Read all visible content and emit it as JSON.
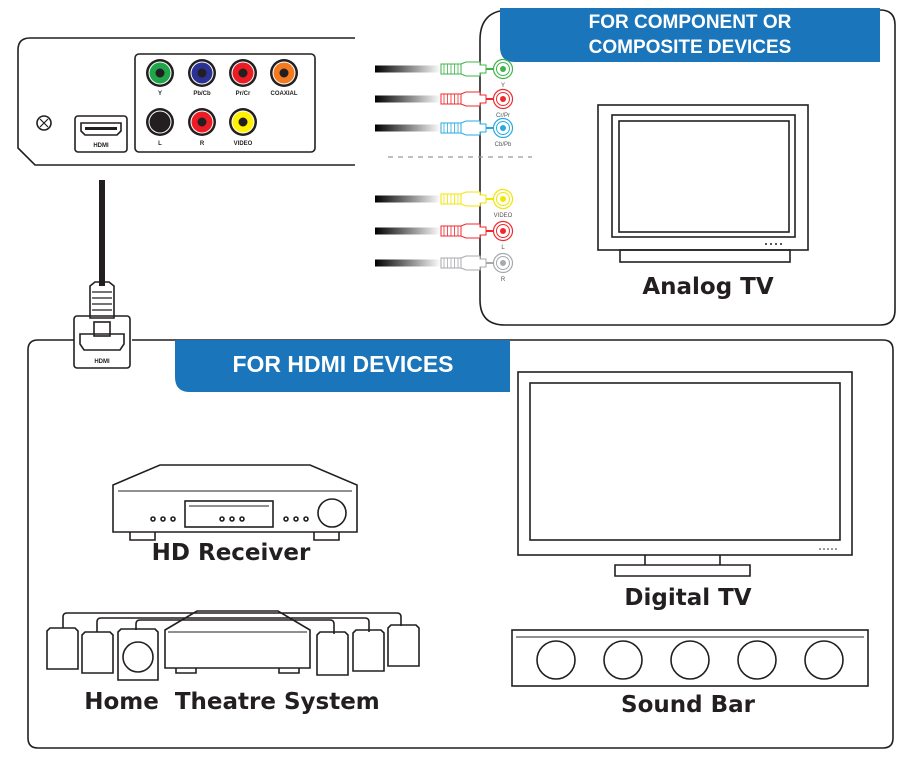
{
  "player": {
    "jacks_row1": [
      {
        "label": "Y",
        "color": "#1fa64a"
      },
      {
        "label": "Pb/Cb",
        "color": "#2b3293"
      },
      {
        "label": "Pr/Cr",
        "color": "#ec1c24"
      },
      {
        "label": "COAXIAL",
        "color": "#f47a20"
      }
    ],
    "jacks_row2": [
      {
        "label": "L",
        "color": "#231f20"
      },
      {
        "label": "R",
        "color": "#ec1c24"
      },
      {
        "label": "VIDEO",
        "color": "#fff200"
      }
    ],
    "hdmi_port_label": "HDMI",
    "hdmi_plug_label": "HDMI"
  },
  "component_section": {
    "header_line1": "FOR COMPONENT OR",
    "header_line2": "COMPOSITE DEVICES",
    "header_color": "#1a75bb",
    "component_cables": [
      {
        "label": "Y",
        "color": "#3db54a"
      },
      {
        "label": "Cr/Pr",
        "color": "#ee2a2e"
      },
      {
        "label": "Cb/Pb",
        "color": "#27aae1"
      }
    ],
    "composite_cables": [
      {
        "label": "VIDEO",
        "color": "#f2e600"
      },
      {
        "label": "L",
        "color": "#ee2a2e"
      },
      {
        "label": "R",
        "color": "#a7a9ac"
      }
    ],
    "analog_tv_label": "Analog TV"
  },
  "hdmi_section": {
    "header": "FOR HDMI DEVICES",
    "header_color": "#1a75bb",
    "hd_receiver_label": "HD Receiver",
    "home_theatre_label": "Home  Theatre System",
    "digital_tv_label": "Digital TV",
    "sound_bar_label": "Sound Bar"
  }
}
